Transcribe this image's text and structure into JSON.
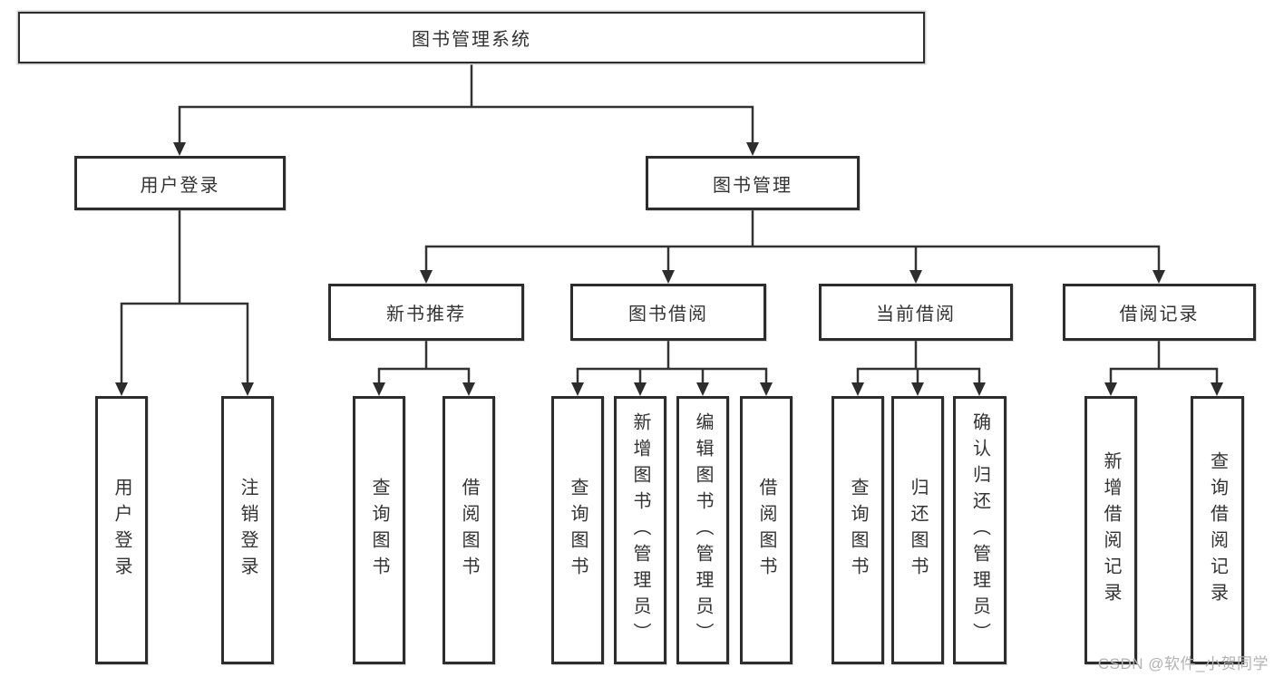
{
  "diagram_title": "图书管理系统",
  "nodes": {
    "root": {
      "label": "图书管理系统"
    },
    "user_login": {
      "label": "用户登录"
    },
    "book_mgmt": {
      "label": "图书管理"
    },
    "new_book_rec": {
      "label": "新书推荐"
    },
    "book_borrow": {
      "label": "图书借阅"
    },
    "current_borrow": {
      "label": "当前借阅"
    },
    "borrow_record": {
      "label": "借阅记录"
    },
    "leaf_user_login": {
      "label": "用户登录"
    },
    "leaf_logout": {
      "label": "注销登录"
    },
    "leaf_nbr_query_book": {
      "label": "查询图书"
    },
    "leaf_nbr_borrow_book": {
      "label": "借阅图书"
    },
    "leaf_bb_query_book": {
      "label": "查询图书"
    },
    "leaf_bb_add_book": {
      "label": "新增图书（管理员）"
    },
    "leaf_bb_edit_book": {
      "label": "编辑图书（管理员）"
    },
    "leaf_bb_borrow_book": {
      "label": "借阅图书"
    },
    "leaf_cb_query_book": {
      "label": "查询图书"
    },
    "leaf_cb_return_book": {
      "label": "归还图书"
    },
    "leaf_cb_confirm_return": {
      "label": "确认归还（管理员）"
    },
    "leaf_br_add_record": {
      "label": "新增借阅记录"
    },
    "leaf_br_query_record": {
      "label": "查询借阅记录"
    }
  },
  "hierarchy": {
    "root": [
      "user_login",
      "book_mgmt"
    ],
    "user_login": [
      "leaf_user_login",
      "leaf_logout"
    ],
    "book_mgmt": [
      "new_book_rec",
      "book_borrow",
      "current_borrow",
      "borrow_record"
    ],
    "new_book_rec": [
      "leaf_nbr_query_book",
      "leaf_nbr_borrow_book"
    ],
    "book_borrow": [
      "leaf_bb_query_book",
      "leaf_bb_add_book",
      "leaf_bb_edit_book",
      "leaf_bb_borrow_book"
    ],
    "current_borrow": [
      "leaf_cb_query_book",
      "leaf_cb_return_book",
      "leaf_cb_confirm_return"
    ],
    "borrow_record": [
      "leaf_br_add_record",
      "leaf_br_query_record"
    ]
  },
  "watermark": {
    "text": "CSDN @软件_小贺同学"
  },
  "colors": {
    "line": "#333333",
    "box_border": "#2d2d2d",
    "text": "#333333",
    "watermark": "#b2b2b2",
    "background": "#ffffff"
  }
}
